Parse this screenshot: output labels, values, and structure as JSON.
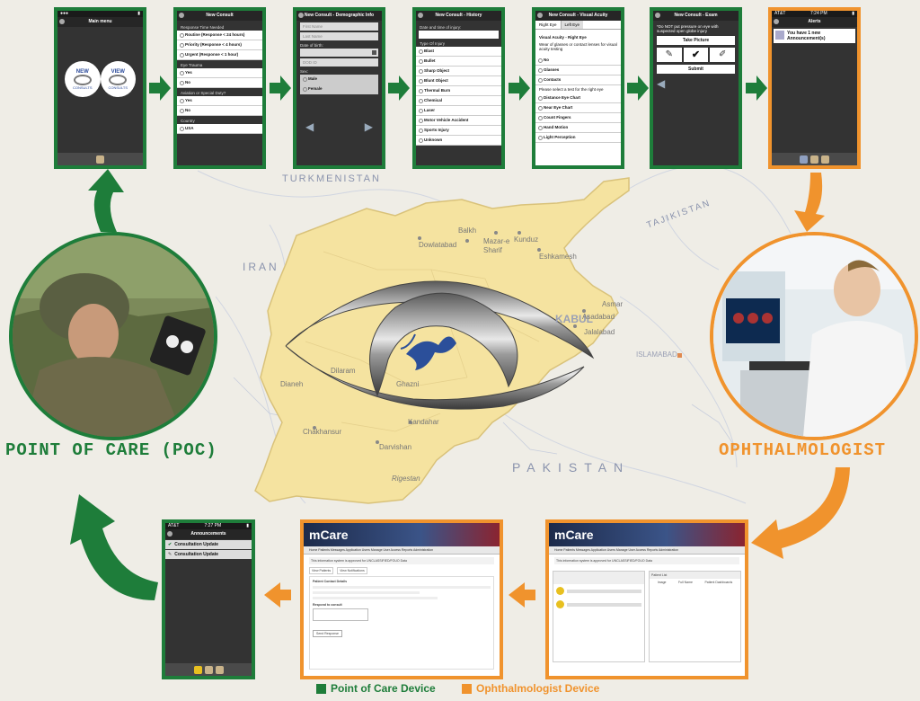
{
  "map_labels": {
    "turkmenistan": "TURKMENISTAN",
    "tajikistan": "TAJIKISTAN",
    "iran": "IRAN",
    "pakistan": "PAKISTAN",
    "kabul": "KABUL",
    "islamabad": "ISLAMABAD",
    "balkh": "Balkh",
    "mazar": "Mazar-e\nSharif",
    "kunduz": "Kunduz",
    "dowlatabad": "Dowlatabad",
    "eshkamesh": "Eshkamesh",
    "asadabad": "Asadabad",
    "asmar": "Asmar",
    "jalalabad": "Jalalabad",
    "kandahar": "Kandahar",
    "chakhansur": "Chakhansur",
    "darvishan": "Darvishan",
    "rigestan": "Rigestan",
    "ghazni": "Ghazni",
    "dilaram": "Dilaram",
    "dianeh": "Dianeh"
  },
  "captions": {
    "poc": "POINT OF CARE (POC)",
    "ophthalmologist": "OPHTHALMOLOGIST"
  },
  "legend": {
    "poc_device": "Point of Care Device",
    "oph_device": "Ophthalmologist Device"
  },
  "colors": {
    "green": "#1e7d3a",
    "orange": "#f0932d",
    "map_yellow": "#f5e3a0"
  },
  "screens": {
    "main_menu": {
      "title": "Main menu",
      "btn_new": "NEW",
      "btn_new_sub": "CONSULTS",
      "btn_view": "VIEW",
      "btn_view_sub": "CONSULTS"
    },
    "new_consult": {
      "title": "New Consult",
      "response_label": "Response Time Needed",
      "response_opts": [
        "Routine (Response < 24 hours)",
        "Priority (Response < 4 hours)",
        "Urgent (Response < 1 hour)"
      ],
      "trauma_label": "Eye Trauma",
      "trauma_opts": [
        "Yes",
        "No"
      ],
      "aviation_label": "Aviation or Special Duty?",
      "aviation_opts": [
        "Yes",
        "No"
      ],
      "country_label": "Country",
      "country_val": "USA"
    },
    "demographic": {
      "title": "New Consult - Demographic Info",
      "first_name": "First Name",
      "last_name": "Last Name",
      "dob_label": "Date of birth:",
      "dod_id": "DOD ID",
      "sex_label": "Sex:",
      "sex_opts": [
        "Male",
        "Female"
      ]
    },
    "history": {
      "title": "New Consult - History",
      "date_label": "Date and time of injury:",
      "type_label": "Type Of Injury",
      "types": [
        "Blast",
        "Bullet",
        "Sharp Object",
        "Blunt Object",
        "Thermal Burn",
        "Chemical",
        "Laser",
        "Motor Vehicle Accident",
        "Sports Injury",
        "Unknown"
      ]
    },
    "acuity": {
      "title": "New Consult - Visual Acuity",
      "tab_right": "Right Eye",
      "tab_left": "Left Eye",
      "heading": "Visual Acuity - Right Eye",
      "question": "Wear of glasses or contact lenses for visual acuity testing",
      "wear_opts": [
        "No",
        "Glasses",
        "Contacts"
      ],
      "test_label": "Please select a test for the right eye",
      "tests": [
        "Distance Eye Chart",
        "Near Eye Chart",
        "Count Fingers",
        "Hand Motion",
        "Light Perception"
      ]
    },
    "exam": {
      "title": "New Consult - Exam",
      "warning": "*Do NOT put pressure on eye with suspected open globe injury",
      "take_picture": "Take Picture",
      "submit": "Submit"
    },
    "alerts": {
      "status_left": "AT&T",
      "status_time": "7:24 PM",
      "title": "Alerts",
      "message": "You have 1 new Announcement(s)"
    },
    "announcements": {
      "status_left": "AT&T",
      "status_time": "7:27 PM",
      "title": "Announcements",
      "items": [
        "Consultation Update",
        "Consultation Update"
      ]
    },
    "web_left": {
      "brand": "mCare",
      "nav": "Home   Patients   Messages   Application Users   Manage User Access   Reports   Administration",
      "notice": "This information system is approved for UNCLASSIFIED/FOUO Data",
      "tab1": "View Patients",
      "tab2": "View Notifications",
      "section": "Patient Contact Details",
      "respond_label": "Respond to consult",
      "send_btn": "Send Response"
    },
    "web_right": {
      "brand": "mCare",
      "nav": "Home   Patients   Messages   Application Users   Manage User Access   Reports   Administration",
      "notice": "This information system is approved for UNCLASSIFIED/FOUO Data",
      "col_title": "Patient List",
      "col_headers": [
        "Image",
        "Full Name",
        "Patient Dashboards"
      ]
    }
  }
}
